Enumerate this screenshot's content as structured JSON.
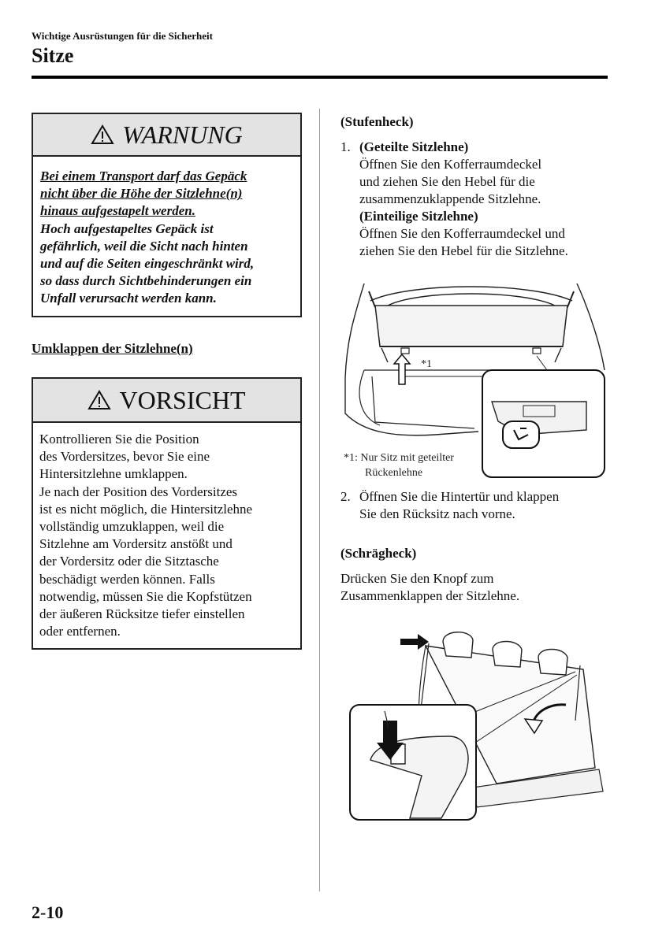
{
  "header": {
    "section_label": "Wichtige Ausrüstungen für die Sicherheit",
    "page_title": "Sitze"
  },
  "warning": {
    "title": "WARNUNG",
    "underlined_lines": [
      "Bei einem Transport darf das Gepäck",
      "nicht über die Höhe der Sitzlehne(n)",
      "hinaus aufgestapelt werden."
    ],
    "lines": [
      "Hoch aufgestapeltes Gepäck ist",
      "gefährlich, weil die Sicht nach hinten",
      "und auf die Seiten eingeschränkt wird,",
      "so dass durch Sichtbehinderungen ein",
      "Unfall verursacht werden kann."
    ]
  },
  "fold_heading": "Umklappen der Sitzlehne(n)",
  "caution": {
    "title": "VORSICHT",
    "lines": [
      "Kontrollieren Sie die Position",
      "des Vordersitzes, bevor Sie eine",
      "Hintersitzlehne umklappen.",
      "Je nach der Position des Vordersitzes",
      "ist es nicht möglich, die Hintersitzlehne",
      "vollständig umzuklappen, weil die",
      "Sitzlehne am Vordersitz anstößt und",
      "der Vordersitz oder die Sitztasche",
      "beschädigt werden können. Falls",
      "notwendig, müssen Sie die Kopfstützen",
      "der äußeren Rücksitze tiefer einstellen",
      "oder entfernen."
    ]
  },
  "sedan": {
    "heading": "(Stufenheck)",
    "step1": {
      "number": "1.",
      "split_title": "(Geteilte Sitzlehne)",
      "split_lines": [
        "Öffnen Sie den Kofferraumdeckel",
        "und ziehen Sie den Hebel für die",
        "zusammenzuklappende Sitzlehne."
      ],
      "single_title": "(Einteilige Sitzlehne)",
      "single_lines": [
        "Öffnen Sie den Kofferraumdeckel und",
        "ziehen Sie den Hebel für die Sitzlehne."
      ]
    },
    "figure": {
      "callout": "*1",
      "note_lines": [
        "*1: Nur Sitz mit geteilter",
        "Rückenlehne"
      ]
    },
    "step2": {
      "number": "2.",
      "lines": [
        "Öffnen Sie die Hintertür und klappen",
        "Sie den Rücksitz nach vorne."
      ]
    }
  },
  "hatchback": {
    "heading": "(Schrägheck)",
    "lines": [
      "Drücken Sie den Knopf zum",
      "Zusammenklappen der Sitzlehne."
    ]
  },
  "footer": {
    "page_number": "2-10"
  }
}
